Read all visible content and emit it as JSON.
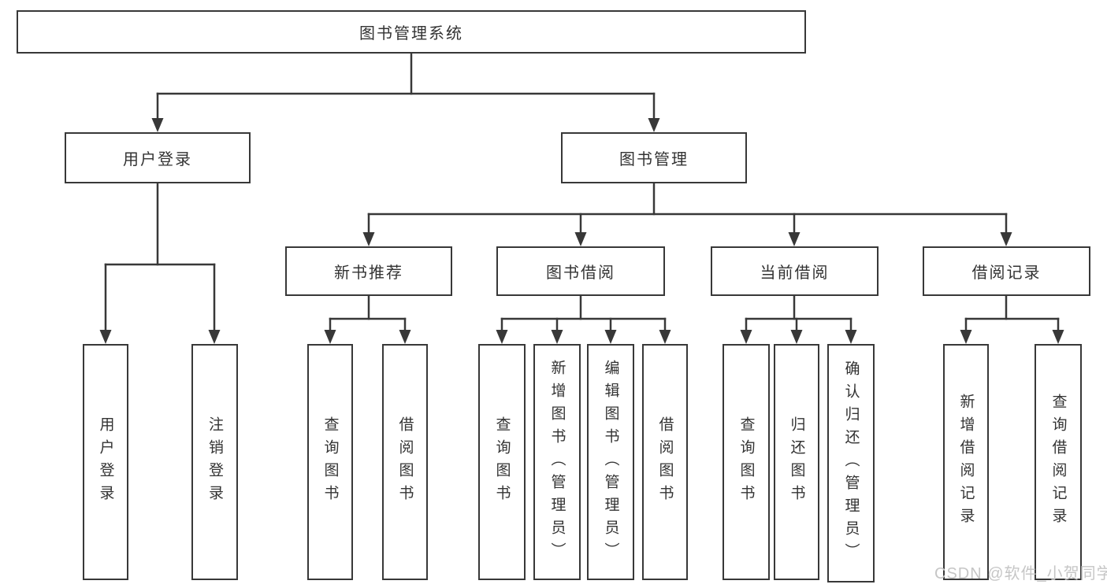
{
  "diagram": {
    "title": "图书管理系统",
    "nodes": {
      "user_login": "用户登录",
      "book_management": "图书管理",
      "new_book_recommend": "新书推荐",
      "book_borrowing": "图书借阅",
      "current_borrowing": "当前借阅",
      "borrowing_records": "借阅记录",
      "leaf_user_login": "用户登录",
      "leaf_logout_login": "注销登录",
      "leaf_query_books_a": "查询图书",
      "leaf_borrow_books_a": "借阅图书",
      "leaf_query_books_b": "查询图书",
      "leaf_add_books_admin": "新增图书（管理员）",
      "leaf_edit_books_admin": "编辑图书（管理员）",
      "leaf_borrow_books_b": "借阅图书",
      "leaf_query_books_c": "查询图书",
      "leaf_return_books": "归还图书",
      "leaf_confirm_return_admin": "确认归还（管理员）",
      "leaf_add_borrow_record": "新增借阅记录",
      "leaf_query_borrow_record": "查询借阅记录"
    },
    "watermark": "CSDN @软件_小贺同学",
    "colors": {
      "line": "#383838",
      "box_border": "#383838",
      "text": "#333333",
      "watermark": "#c6c6c6",
      "background": "#ffffff"
    }
  }
}
